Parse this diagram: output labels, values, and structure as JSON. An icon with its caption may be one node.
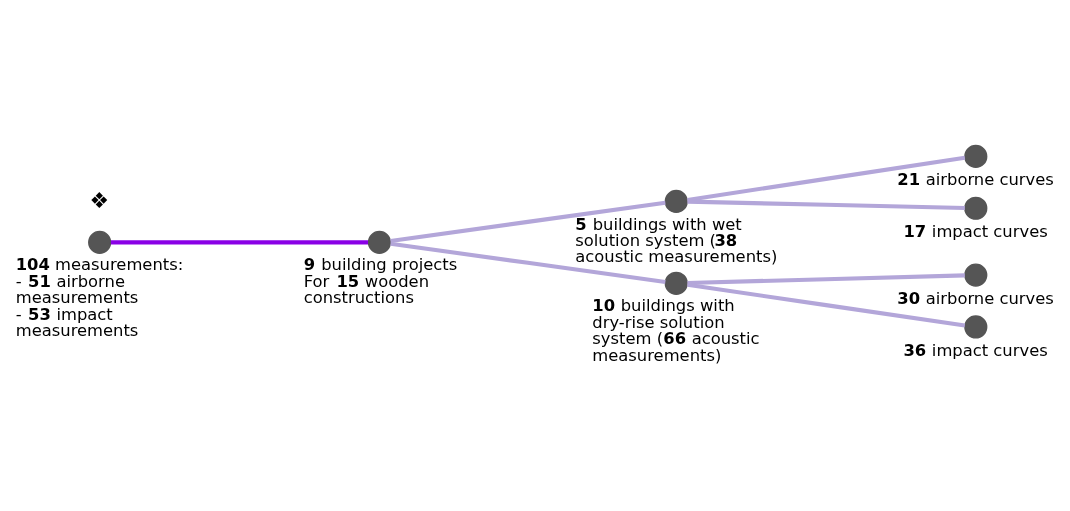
{
  "diagram": {
    "nodes": [
      {
        "text": [],
        "shape": "circle",
        "beside": [
          "**104** measurements:",
          "- **51** airborne measurements",
          "- **53** impact measurements"
        ]
      },
      {
        "text": [],
        "shape": "circle",
        "beside": [
          "**9** building projects For **15** wooden constructions"
        ]
      },
      {
        "text": [],
        "shape": "circle",
        "beside": [
          "**5** buildings with wet solution system (**38** acoustic measurements)"
        ]
      },
      {
        "text": [],
        "shape": "circle",
        "beside": [
          "**10** buildings with dry-rise solution system (**66** acoustic measurements)"
        ]
      },
      {
        "text": [],
        "shape": "circle",
        "beside": [
          "**21** airborne curves"
        ]
      },
      {
        "text": [],
        "shape": "circle",
        "beside": [
          "**17** impact curves"
        ]
      },
      {
        "text": [],
        "shape": "circle",
        "beside": [
          "**30** airborne curves"
        ]
      },
      {
        "text": [],
        "shape": "circle",
        "beside": [
          "**36** impact curves"
        ]
      }
    ],
    "edges": [
      {
        "from": 0,
        "to": 1,
        "arrow": "none",
        "color": "#8a00e6"
      },
      {
        "from": 1,
        "to": 2,
        "arrow": "none"
      },
      {
        "from": 1,
        "to": 3,
        "arrow": "none"
      },
      {
        "from": 2,
        "to": 4,
        "arrow": "none"
      },
      {
        "from": 2,
        "to": 5,
        "arrow": "none"
      },
      {
        "from": 3,
        "to": 6,
        "arrow": "none"
      },
      {
        "from": 3,
        "to": 7,
        "arrow": "none"
      }
    ],
    "labels": [
      "❖"
    ]
  }
}
